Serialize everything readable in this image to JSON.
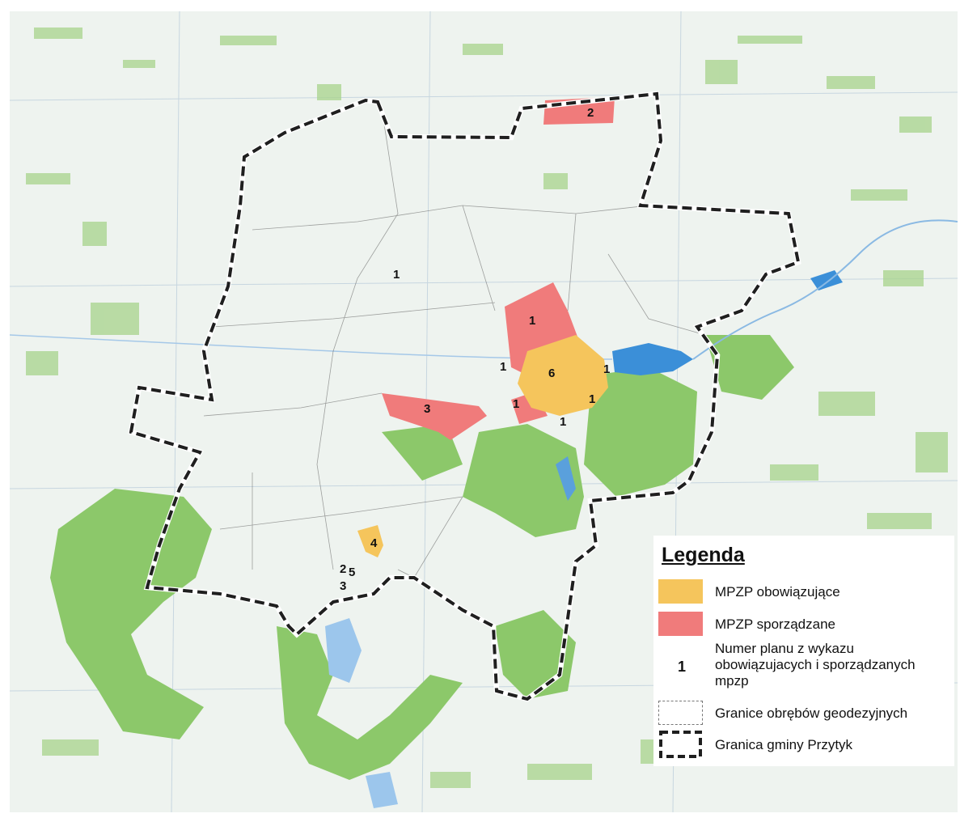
{
  "map": {
    "plan_labels": [
      {
        "id": "plan-2-north",
        "text": "2"
      },
      {
        "id": "plan-1-northwest",
        "text": "1"
      },
      {
        "id": "plan-1-center-north",
        "text": "1"
      },
      {
        "id": "plan-1-center-west",
        "text": "1"
      },
      {
        "id": "plan-6-center",
        "text": "6"
      },
      {
        "id": "plan-1-lake",
        "text": "1"
      },
      {
        "id": "plan-3-west",
        "text": "3"
      },
      {
        "id": "plan-1-center-south",
        "text": "1"
      },
      {
        "id": "plan-1-east",
        "text": "1"
      },
      {
        "id": "plan-1-south",
        "text": "1"
      },
      {
        "id": "plan-4-southwest",
        "text": "4"
      },
      {
        "id": "plan-2-small",
        "text": "2"
      },
      {
        "id": "plan-5-small",
        "text": "5"
      },
      {
        "id": "plan-3-small",
        "text": "3"
      }
    ],
    "colors": {
      "mpzp_obowiazujace": "#f5c55c",
      "mpzp_sporzadzane": "#f07b7b",
      "forest": "#8cc86a",
      "water": "#3b8fd8",
      "boundary": "#1f1f1f"
    }
  },
  "legend": {
    "title": "Legenda",
    "items": [
      {
        "text": "MPZP obowiązujące"
      },
      {
        "text": "MPZP sporządzane"
      },
      {
        "number": "1",
        "text_lines": [
          "Numer planu z wykazu",
          "obowiązujacych i sporządzanych",
          "mpzp"
        ]
      },
      {
        "text": "Granice obrębów geodezyjnych"
      },
      {
        "text": "Granica gminy Przytyk"
      }
    ]
  }
}
